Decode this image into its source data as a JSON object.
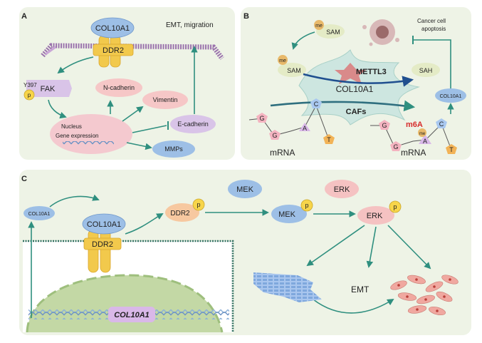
{
  "panels": {
    "a": "A",
    "b": "B",
    "c": "C"
  },
  "panel_a": {
    "col10a1": "COL10A1",
    "ddr2": "DDR2",
    "emt": "EMT, migration",
    "y397": "Y397",
    "p": "p",
    "fak": "FAK",
    "n_cadherin": "N-cadherin",
    "vimentin": "Vimentin",
    "nucleus": "Nucleus",
    "gene_expression": "Gene expression",
    "e_cadherin": "E-cadherin",
    "mmps": "MMPs"
  },
  "panel_b": {
    "me": "me",
    "sam": "SAM",
    "sah": "SAH",
    "apoptosis_line1": "Cancer cell",
    "apoptosis_line2": "apoptosis",
    "mettl3": "METTL3",
    "col10a1": "COL10A1",
    "cafs": "CAFs",
    "col10a1_small": "COL10A1",
    "m6a": "m6A",
    "mrna": "mRNA",
    "bases": {
      "g": "G",
      "a": "A",
      "c": "C",
      "t": "T"
    }
  },
  "panel_c": {
    "col10a1_small": "COL10A1",
    "col10a1": "COL10A1",
    "ddr2": "DDR2",
    "p": "p",
    "mek": "MEK",
    "erk": "ERK",
    "emt": "EMT",
    "gene": "COL10A1"
  },
  "colors": {
    "panel_bg": "#eef3e6",
    "teal": "#2f8f7f",
    "receptor": "#f2c94c",
    "col_blue": "#9dbfe6",
    "membrane": "#b48fc0",
    "pink": "#f6c7c7",
    "purple": "#d9c4e8"
  }
}
